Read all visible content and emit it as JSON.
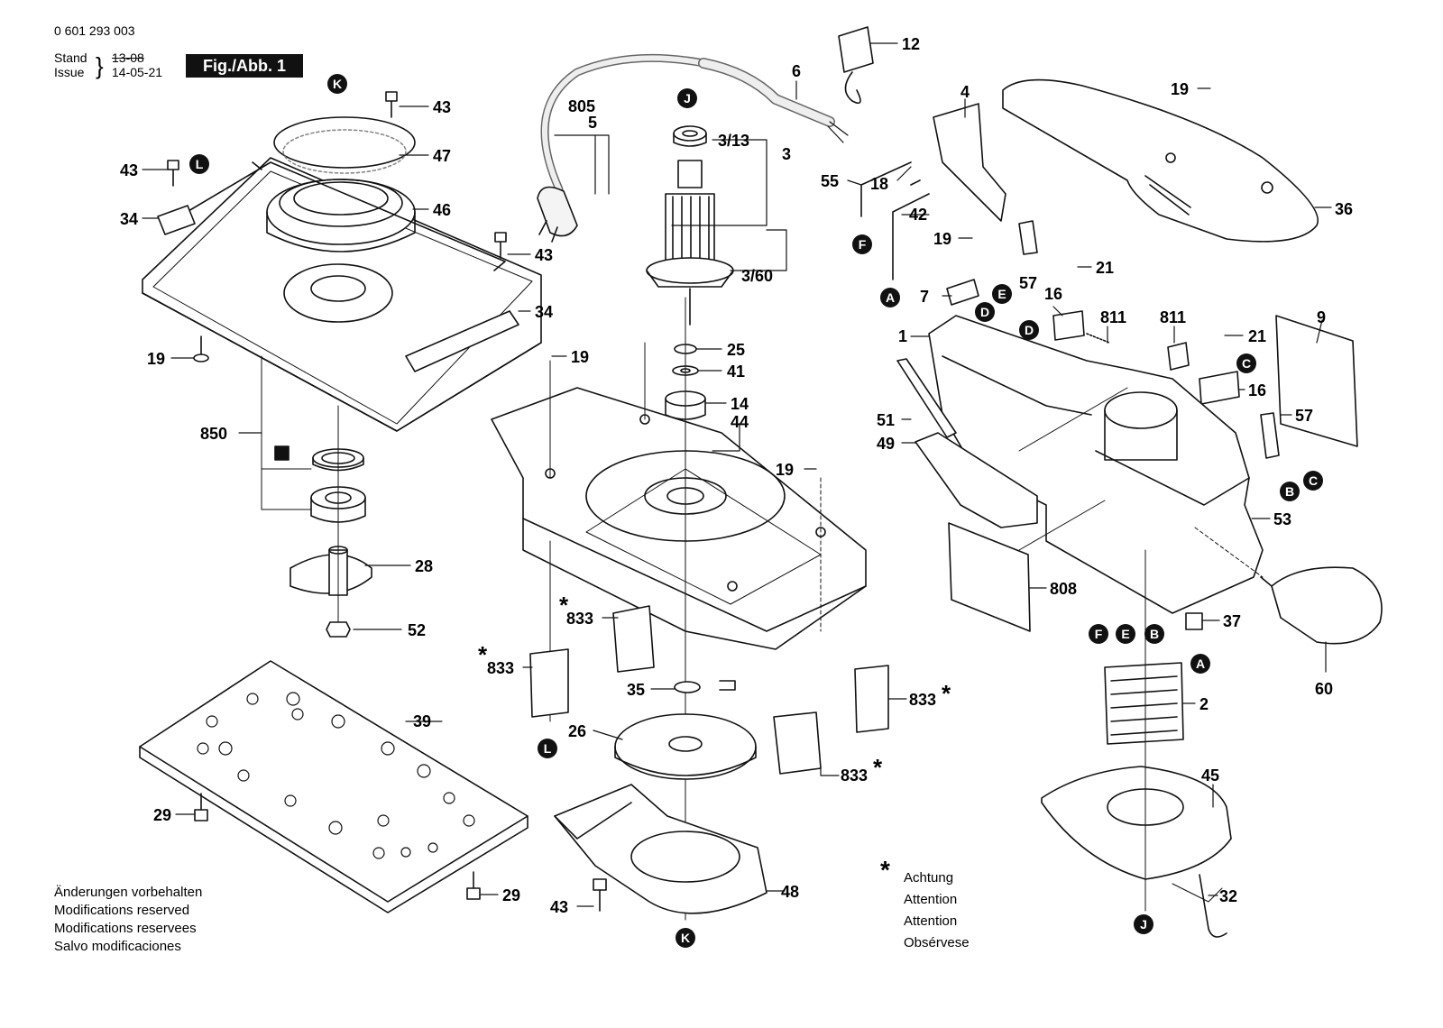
{
  "header": {
    "doc_number": "0 601 293 003",
    "stand_label": "Stand",
    "issue_label": "Issue",
    "old_date": "13-08",
    "new_date": "14-05-21",
    "figure": "Fig./Abb. 1"
  },
  "notes": {
    "modifications": [
      "Änderungen vorbehalten",
      "Modifications reserved",
      "Modifications reservees",
      "Salvo modificaciones"
    ],
    "attention_symbol": "*",
    "attention": [
      "Achtung",
      "Attention",
      "Attention",
      "Obsérvese"
    ]
  },
  "parts": [
    {
      "id": "p43a",
      "text": "43"
    },
    {
      "id": "p47",
      "text": "47"
    },
    {
      "id": "p43b",
      "text": "43"
    },
    {
      "id": "p34a",
      "text": "34"
    },
    {
      "id": "p46",
      "text": "46"
    },
    {
      "id": "p43c",
      "text": "43"
    },
    {
      "id": "p34b",
      "text": "34"
    },
    {
      "id": "p19a",
      "text": "19"
    },
    {
      "id": "p850",
      "text": "850"
    },
    {
      "id": "p28",
      "text": "28"
    },
    {
      "id": "p52",
      "text": "52"
    },
    {
      "id": "p39",
      "text": "39"
    },
    {
      "id": "p29a",
      "text": "29"
    },
    {
      "id": "p29b",
      "text": "29"
    },
    {
      "id": "p805",
      "text": "805"
    },
    {
      "id": "p5",
      "text": "5"
    },
    {
      "id": "p6",
      "text": "6"
    },
    {
      "id": "p12",
      "text": "12"
    },
    {
      "id": "p313",
      "text": "3/13"
    },
    {
      "id": "p3",
      "text": "3"
    },
    {
      "id": "p360",
      "text": "3/60"
    },
    {
      "id": "p25",
      "text": "25"
    },
    {
      "id": "p41",
      "text": "41"
    },
    {
      "id": "p14",
      "text": "14"
    },
    {
      "id": "p44",
      "text": "44"
    },
    {
      "id": "p19b",
      "text": "19"
    },
    {
      "id": "p19c",
      "text": "19"
    },
    {
      "id": "p833a",
      "text": "833"
    },
    {
      "id": "p833b",
      "text": "833"
    },
    {
      "id": "p35",
      "text": "35"
    },
    {
      "id": "p26",
      "text": "26"
    },
    {
      "id": "p833c",
      "text": "833"
    },
    {
      "id": "p833d",
      "text": "833"
    },
    {
      "id": "p48",
      "text": "48"
    },
    {
      "id": "p43d",
      "text": "43"
    },
    {
      "id": "p4",
      "text": "4"
    },
    {
      "id": "p55",
      "text": "55"
    },
    {
      "id": "p18",
      "text": "18"
    },
    {
      "id": "p42",
      "text": "42"
    },
    {
      "id": "p19d",
      "text": "19"
    },
    {
      "id": "p57a",
      "text": "57"
    },
    {
      "id": "p7",
      "text": "7"
    },
    {
      "id": "p16a",
      "text": "16"
    },
    {
      "id": "p811a",
      "text": "811"
    },
    {
      "id": "p21a",
      "text": "21"
    },
    {
      "id": "p1",
      "text": "1"
    },
    {
      "id": "p811b",
      "text": "811"
    },
    {
      "id": "p21b",
      "text": "21"
    },
    {
      "id": "p16b",
      "text": "16"
    },
    {
      "id": "p9",
      "text": "9"
    },
    {
      "id": "p19e",
      "text": "19"
    },
    {
      "id": "p36",
      "text": "36"
    },
    {
      "id": "p51",
      "text": "51"
    },
    {
      "id": "p49",
      "text": "49"
    },
    {
      "id": "p57b",
      "text": "57"
    },
    {
      "id": "p53",
      "text": "53"
    },
    {
      "id": "p808",
      "text": "808"
    },
    {
      "id": "p37",
      "text": "37"
    },
    {
      "id": "p60",
      "text": "60"
    },
    {
      "id": "p2",
      "text": "2"
    },
    {
      "id": "p45",
      "text": "45"
    },
    {
      "id": "p32",
      "text": "32"
    }
  ],
  "markers": [
    {
      "id": "mK1",
      "text": "K"
    },
    {
      "id": "mL1",
      "text": "L"
    },
    {
      "id": "mJ1",
      "text": "J"
    },
    {
      "id": "mL2",
      "text": "L"
    },
    {
      "id": "mK2",
      "text": "K"
    },
    {
      "id": "mF1",
      "text": "F"
    },
    {
      "id": "mA1",
      "text": "A"
    },
    {
      "id": "mD1",
      "text": "D"
    },
    {
      "id": "mE1",
      "text": "E"
    },
    {
      "id": "mD2",
      "text": "D"
    },
    {
      "id": "mC1",
      "text": "C"
    },
    {
      "id": "mB1",
      "text": "B"
    },
    {
      "id": "mC2",
      "text": "C"
    },
    {
      "id": "mF2",
      "text": "F"
    },
    {
      "id": "mE2",
      "text": "E"
    },
    {
      "id": "mB2",
      "text": "B"
    },
    {
      "id": "mA2",
      "text": "A"
    },
    {
      "id": "mJ2",
      "text": "J"
    }
  ],
  "stars": [
    {
      "id": "s1",
      "text": "*"
    },
    {
      "id": "s2",
      "text": "*"
    },
    {
      "id": "s3",
      "text": "*"
    },
    {
      "id": "s4",
      "text": "*"
    }
  ]
}
